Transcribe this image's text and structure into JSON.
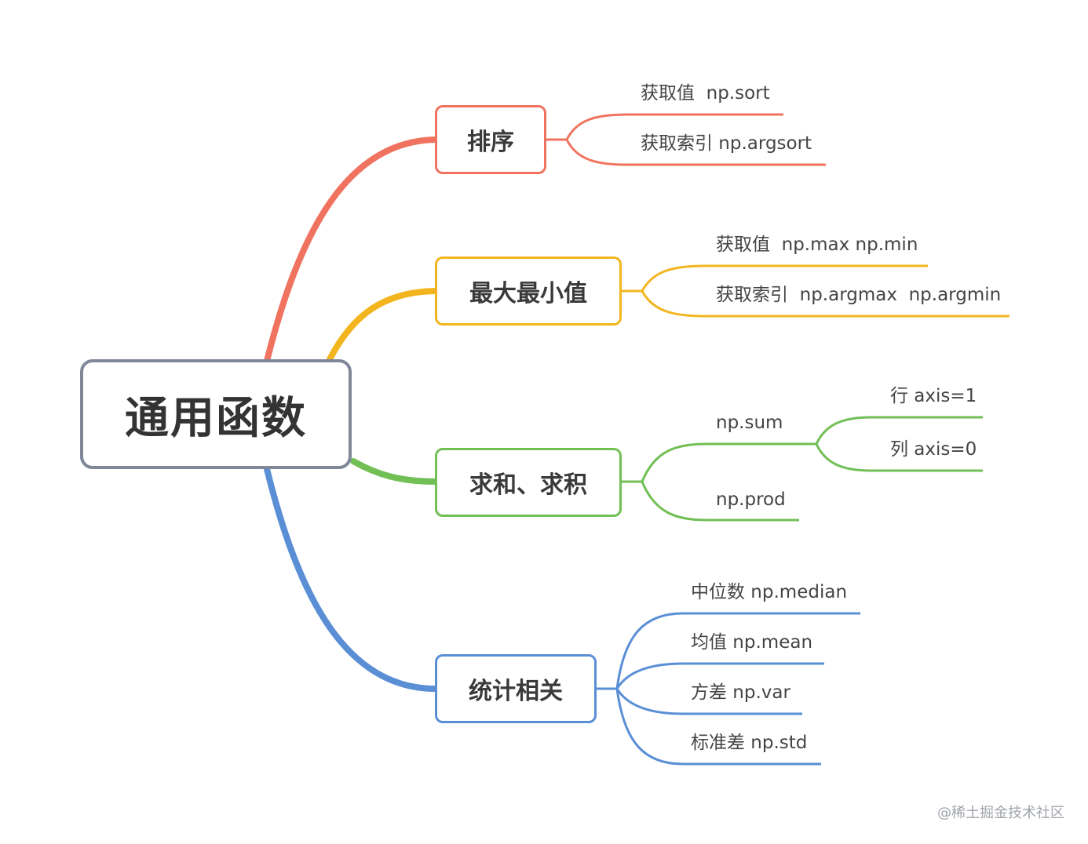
{
  "root": {
    "label": "通用函数"
  },
  "colors": {
    "root_border": "#7f8899",
    "sort": "#f0735f",
    "minmax": "#f3b51e",
    "sum": "#72bf56",
    "stats": "#5a8fd6"
  },
  "branches": [
    {
      "label": "排序",
      "color": "#f0735f",
      "children": [
        {
          "label": "获取值  np.sort"
        },
        {
          "label": "获取索引 np.argsort"
        }
      ]
    },
    {
      "label": "最大最小值",
      "color": "#f3b51e",
      "children": [
        {
          "label": "获取值  np.max np.min"
        },
        {
          "label": "获取索引  np.argmax  np.argmin"
        }
      ]
    },
    {
      "label": "求和、求积",
      "color": "#72bf56",
      "children": [
        {
          "label": "np.sum",
          "children": [
            {
              "label": "行 axis=1"
            },
            {
              "label": "列 axis=0"
            }
          ]
        },
        {
          "label": "np.prod"
        }
      ]
    },
    {
      "label": "统计相关",
      "color": "#5a8fd6",
      "children": [
        {
          "label": "中位数 np.median"
        },
        {
          "label": "均值 np.mean"
        },
        {
          "label": "方差 np.var"
        },
        {
          "label": "标准差 np.std"
        }
      ]
    }
  ],
  "watermark": "@稀土掘金技术社区"
}
